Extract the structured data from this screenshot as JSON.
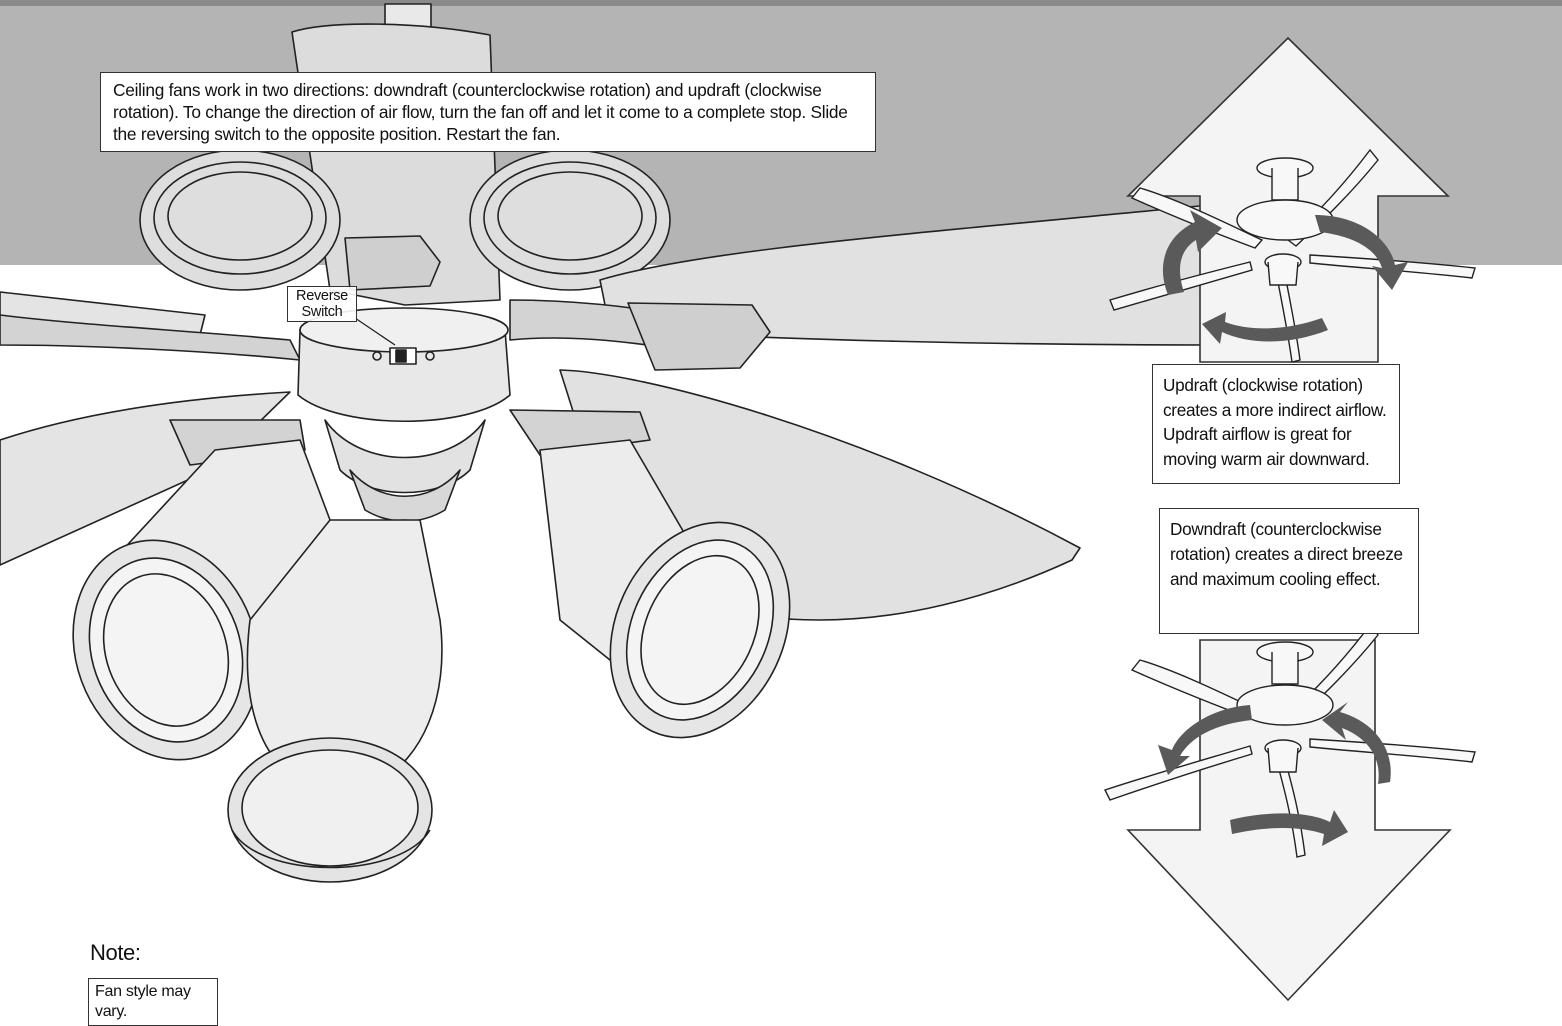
{
  "intro_text": "Ceiling fans work in two directions: downdraft (counterclockwise rotation) and updraft (clockwise rotation). To change the direction of air flow, turn the fan off and let it come to a complete stop. Slide the reversing switch to the opposite position. Restart the fan.",
  "switch_label": "Reverse Switch",
  "updraft_text": "Updraft (clockwise rotation) creates a more indirect airflow. Updraft airflow is great for moving warm air downward.",
  "downdraft_text": "Downdraft (counterclockwise rotation) creates a direct breeze and maximum cooling effect.",
  "note_title": "Note:",
  "note_text": "Fan style may vary.",
  "colors": {
    "ceiling": "#b4b4b4",
    "top_strip": "#8a8a8a",
    "rotation_arrow": "#5a5a5a",
    "airflow_arrow_fill": "#f4f4f4",
    "outline": "#222222"
  },
  "icons": [
    "up-arrow-icon",
    "down-arrow-icon",
    "rotation-arrow-icon",
    "ceiling-fan-illustration"
  ]
}
